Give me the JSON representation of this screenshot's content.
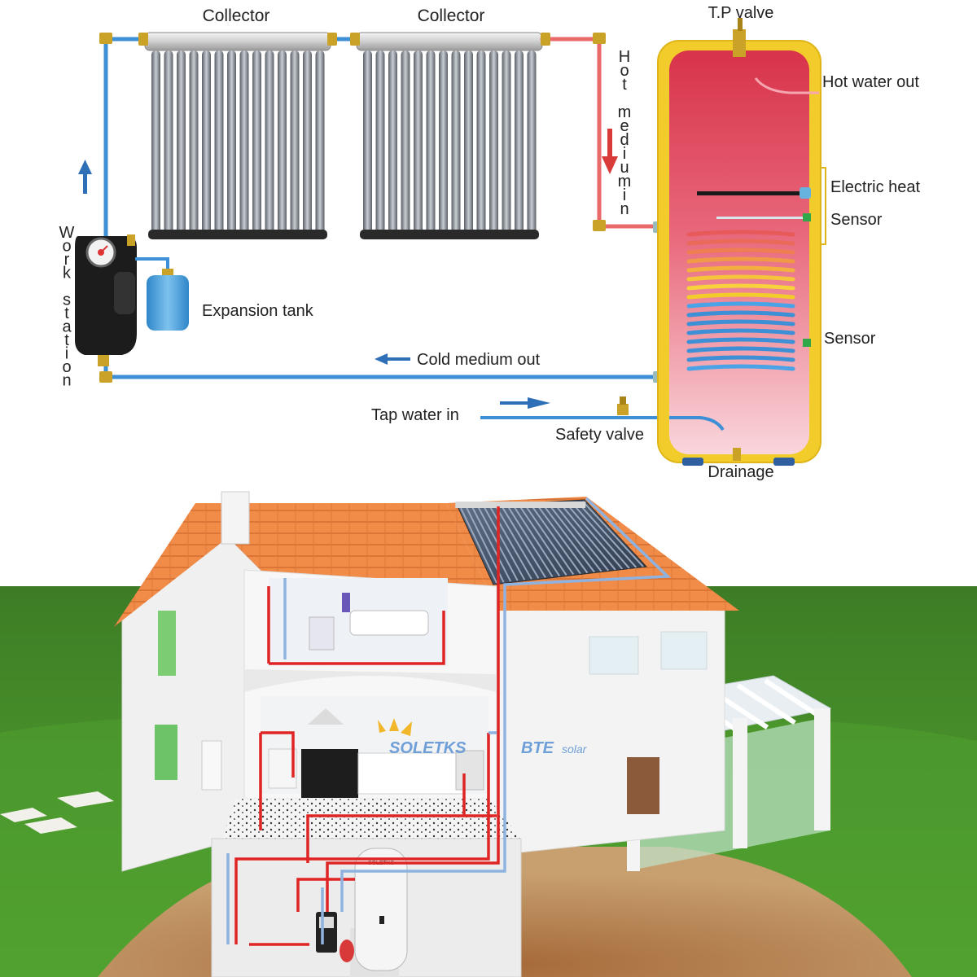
{
  "schematic": {
    "collector_left_label": "Collector",
    "collector_right_label": "Collector",
    "tp_valve_label": "T.P valve",
    "hot_water_out_label": "Hot water out",
    "electric_heat_label": "Electric heat",
    "sensor_upper_label": "Sensor",
    "sensor_lower_label": "Sensor",
    "expansion_tank_label": "Expansion tank",
    "cold_medium_out_label": "Cold medium out",
    "tap_water_in_label": "Tap water in",
    "safety_valve_label": "Safety valve",
    "drainage_label": "Drainage",
    "hot_medium_letters": [
      "H",
      "o",
      "t",
      "",
      "m",
      "e",
      "d",
      "i",
      "u",
      "m",
      "i",
      "n"
    ],
    "work_station_letters": [
      "W",
      "o",
      "r",
      "k",
      "",
      "s",
      "t",
      "a",
      "t",
      "i",
      "o",
      "n"
    ],
    "colors": {
      "cold_pipe": "#3d8fd6",
      "hot_pipe": "#e86a6a",
      "tank_shell": "#f2cc2b",
      "arrow_blue": "#2f6fb8",
      "arrow_red": "#d93b3b"
    }
  },
  "illustration": {
    "brand_text": "SOLETKS",
    "brand_suffix": "BTE",
    "brand_tail": "solar",
    "tank_brand_text": "SOLETKS",
    "colors": {
      "roof": "#f08b48",
      "wall": "#f3f3f3",
      "grass": "#3f8f2a",
      "soil": "#b07a4a",
      "sky": "#ffffff",
      "hot_line": "#e02424",
      "cold_line": "#8fb3e0"
    }
  }
}
